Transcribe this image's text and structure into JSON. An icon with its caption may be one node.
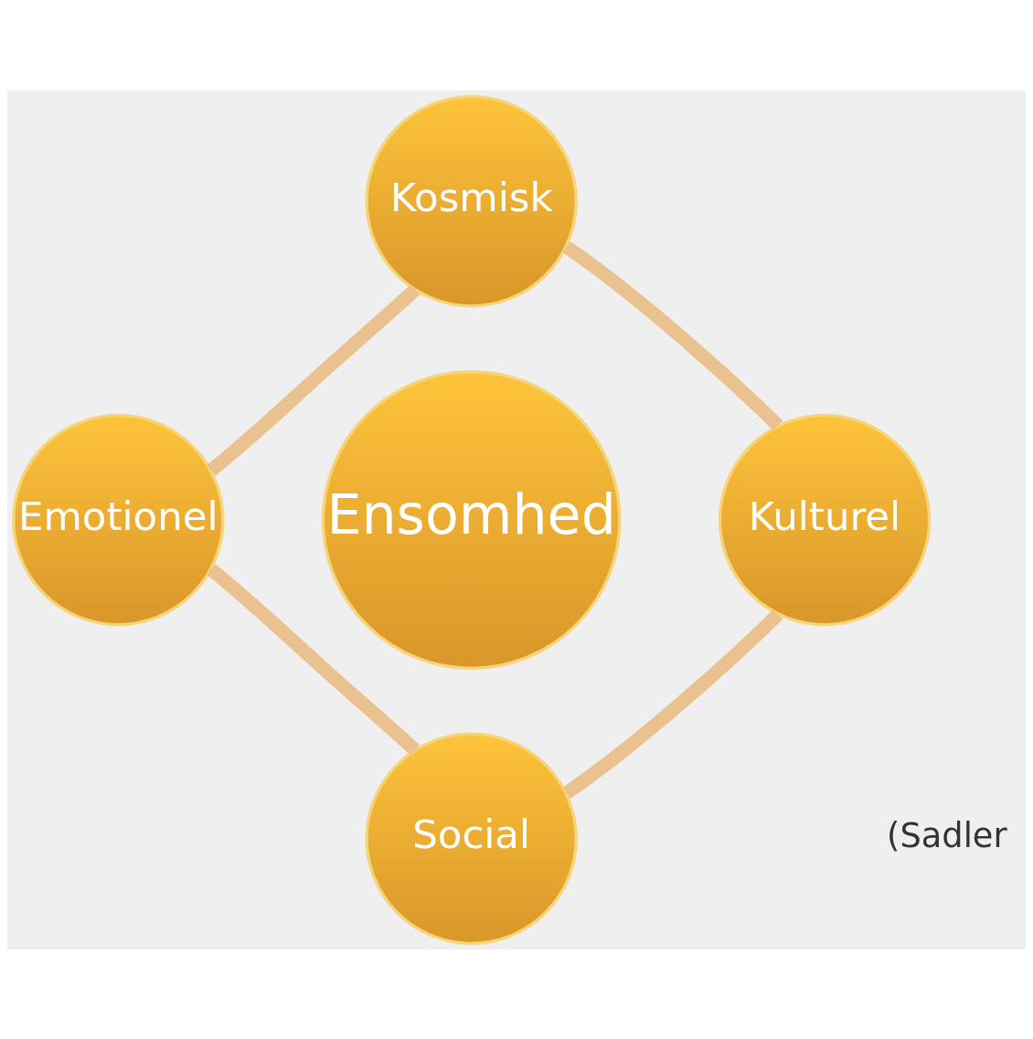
{
  "diagram": {
    "nodes": [
      {
        "text": [
          "Kosmisk"
        ]
      },
      {
        "text": [
          "Emotionel"
        ]
      },
      {
        "text": [
          "Ensomhed"
        ]
      },
      {
        "text": [
          "Kulturel"
        ]
      },
      {
        "text": [
          "Social"
        ]
      }
    ],
    "edges": [
      {
        "from": 0,
        "to": 3,
        "arrow": "none"
      },
      {
        "from": 3,
        "to": 4,
        "arrow": "none"
      },
      {
        "from": 4,
        "to": 1,
        "arrow": "none"
      },
      {
        "from": 1,
        "to": 0,
        "arrow": "none"
      }
    ],
    "labels": [
      "(Sadler"
    ]
  }
}
